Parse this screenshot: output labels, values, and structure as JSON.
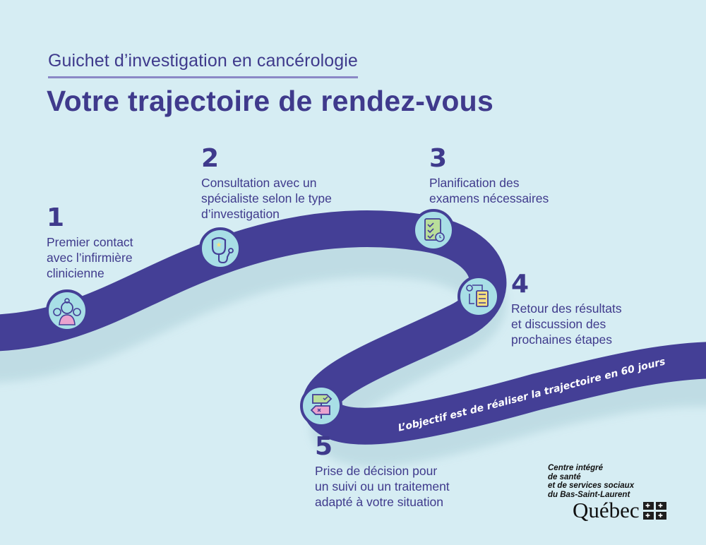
{
  "header": {
    "subtitle": "Guichet d’investigation en cancérologie",
    "title": "Votre trajectoire de rendez-vous"
  },
  "colors": {
    "background": "#d6edf3",
    "road": "#443f96",
    "text": "#3f3a8c",
    "icon_fill": "#a8dfe6",
    "accent_green": "#b9de9a",
    "accent_pink": "#e9a3cf",
    "accent_yellow": "#f6df7e"
  },
  "steps": [
    {
      "number": "1",
      "lines": [
        "Premier contact",
        "avec l’infirmière",
        "clinicienne"
      ],
      "icon": "nurse-icon"
    },
    {
      "number": "2",
      "lines": [
        "Consultation avec un",
        "spécialiste selon le type",
        "d’investigation"
      ],
      "icon": "stethoscope-icon"
    },
    {
      "number": "3",
      "lines": [
        "Planification des",
        "examens nécessaires"
      ],
      "icon": "checklist-clock-icon"
    },
    {
      "number": "4",
      "lines": [
        "Retour des résultats",
        "et discussion des",
        "prochaines étapes"
      ],
      "icon": "results-clipboard-icon"
    },
    {
      "number": "5",
      "lines": [
        "Prise de décision pour",
        "un suivi ou un traitement",
        "adapté à votre situation"
      ],
      "icon": "signpost-icon"
    }
  ],
  "road_label": "L’objectif est de réaliser la trajectoire en 60 jours",
  "logo": {
    "org_lines": [
      "Centre intégré",
      "de santé",
      "et de services sociaux",
      "du Bas-Saint-Laurent"
    ],
    "wordmark": "Québec"
  }
}
